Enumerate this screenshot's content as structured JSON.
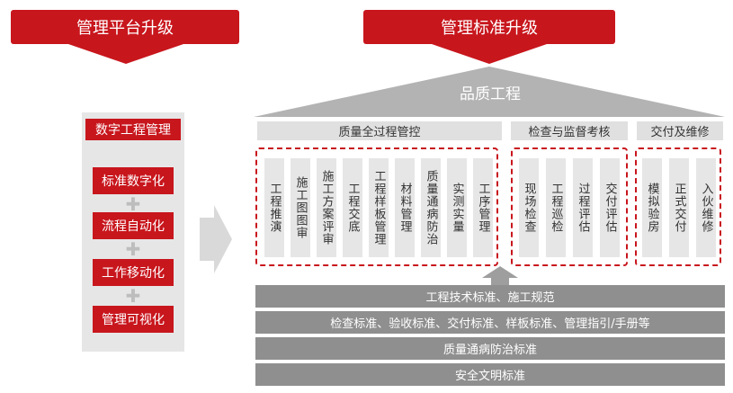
{
  "banners": {
    "left": "管理平台升级",
    "right": "管理标准升级"
  },
  "left_panel": {
    "title": "数字工程管理",
    "items": [
      "标准数字化",
      "流程自动化",
      "工作移动化",
      "管理可视化"
    ]
  },
  "roof": {
    "title": "品质工程"
  },
  "categories": [
    {
      "label": "质量全过程管控",
      "items": [
        "工程推演",
        "施工图图审",
        "施工方案评审",
        "工程交底",
        "工程样板管理",
        "材料管理",
        "质量通病防治",
        "实测实量",
        "工序管理"
      ]
    },
    {
      "label": "检查与监督考核",
      "items": [
        "现场检查",
        "工程巡检",
        "过程评估",
        "交付评估"
      ]
    },
    {
      "label": "交付及维修",
      "items": [
        "模拟验房",
        "正式交付",
        "入伙维修"
      ]
    }
  ],
  "standards": [
    "工程技术标准、施工规范",
    "检查标准、验收标准、交付标准、样板标准、管理指引/手册等",
    "质量通病防治标准",
    "安全文明标准"
  ],
  "colors": {
    "brand_red": "#c8161d",
    "gray_bar": "#8f8f8f",
    "roof_gray": "#b3b3b3",
    "light_gray": "#e6e6e6"
  }
}
